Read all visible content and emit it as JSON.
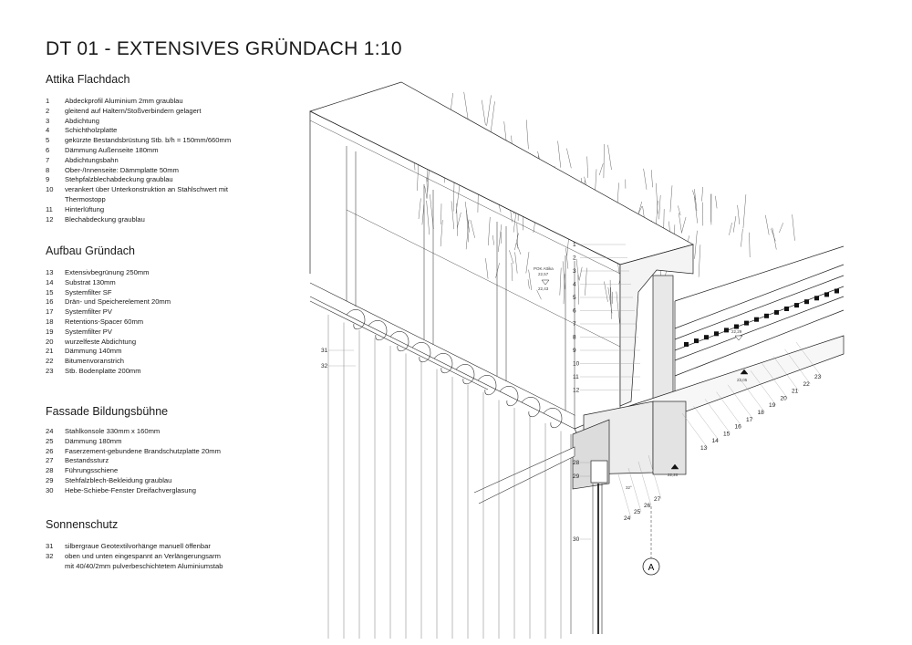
{
  "title": "DT 01 - EXTENSIVES GRÜNDACH 1:10",
  "sections": [
    {
      "heading": "Attika Flachdach",
      "items": [
        {
          "n": "1",
          "t": "Abdeckprofil Aluminium 2mm graublau"
        },
        {
          "n": "2",
          "t": "gleitend auf Haltern/Stoßverbindern gelagert"
        },
        {
          "n": "3",
          "t": "Abdichtung"
        },
        {
          "n": "4",
          "t": "Schichtholzplatte"
        },
        {
          "n": "5",
          "t": "gekürzte Bestandsbrüstung Stb. b/h = 150mm/660mm"
        },
        {
          "n": "6",
          "t": "Dämmung Außenseite 180mm"
        },
        {
          "n": "7",
          "t": "Abdichtungsbahn"
        },
        {
          "n": "8",
          "t": "Ober-/Innenseite: Dämmplatte 50mm"
        },
        {
          "n": "9",
          "t": "Stehpfalzblechabdeckung graublau"
        },
        {
          "n": "10",
          "t": "verankert über Unterkonstruktion an Stahlschwert mit\nThermostopp"
        },
        {
          "n": "11",
          "t": "Hinterlüftung"
        },
        {
          "n": "12",
          "t": "Blechabdeckung graublau"
        }
      ]
    },
    {
      "heading": "Aufbau Gründach",
      "items": [
        {
          "n": "13",
          "t": "Extensivbegrünung 250mm"
        },
        {
          "n": "14",
          "t": "Substrat 130mm"
        },
        {
          "n": "15",
          "t": "Systemfilter SF"
        },
        {
          "n": "16",
          "t": "Drän- und Speicherelement 20mm"
        },
        {
          "n": "17",
          "t": "Systemfilter PV"
        },
        {
          "n": "18",
          "t": "Retentions-Spacer 60mm"
        },
        {
          "n": "19",
          "t": "Systemfilter PV"
        },
        {
          "n": "20",
          "t": "wurzelfeste Abdichtung"
        },
        {
          "n": "21",
          "t": "Dämmung 140mm"
        },
        {
          "n": "22",
          "t": "Bitumenvoranstrich"
        },
        {
          "n": "23",
          "t": "Stb. Bodenplatte 200mm"
        }
      ]
    },
    {
      "heading": "Fassade Bildungsbühne",
      "items": [
        {
          "n": "24",
          "t": "Stahlkonsole 330mm x 160mm"
        },
        {
          "n": "25",
          "t": "Dämmung 180mm"
        },
        {
          "n": "26",
          "t": "Faserzement-gebundene Brandschutzplatte 20mm"
        },
        {
          "n": "27",
          "t": "Bestandssturz"
        },
        {
          "n": "28",
          "t": "Führungsschiene"
        },
        {
          "n": "29",
          "t": " Stehfalzblech-Bekleidung graublau"
        },
        {
          "n": "30",
          "t": "Hebe-Schiebe-Fenster Dreifachverglasung"
        }
      ]
    },
    {
      "heading": "Sonnenschutz",
      "items": [
        {
          "n": "31",
          "t": "silbergraue Geotextilvorhänge manuell öffenbar"
        },
        {
          "n": "32",
          "t": "oben und unten eingespannt an Verlängerungsarm\nmit 40/40/2mm pulverbeschichtetem Aluminiumstab"
        }
      ]
    }
  ],
  "drawing": {
    "callouts_left": [
      "1",
      "2",
      "3",
      "4",
      "5",
      "6",
      "7",
      "8",
      "9",
      "10",
      "11",
      "12"
    ],
    "callouts_right": [
      "13",
      "14",
      "15",
      "16",
      "17",
      "18",
      "19",
      "20",
      "21",
      "22",
      "23"
    ],
    "callouts_bottom": [
      "24",
      "25",
      "26",
      "27"
    ],
    "callouts_facade": [
      "28",
      "29",
      "30"
    ],
    "callouts_curtain": [
      "31",
      "32"
    ],
    "section_marker": "A",
    "level_labels": {
      "attika_top": "POK Attika",
      "attika_val1": "22,57",
      "attika_val2": "22,43",
      "roof": "22,29",
      "slab": "22,05",
      "window_head": "22,20",
      "angle": "32°"
    }
  }
}
